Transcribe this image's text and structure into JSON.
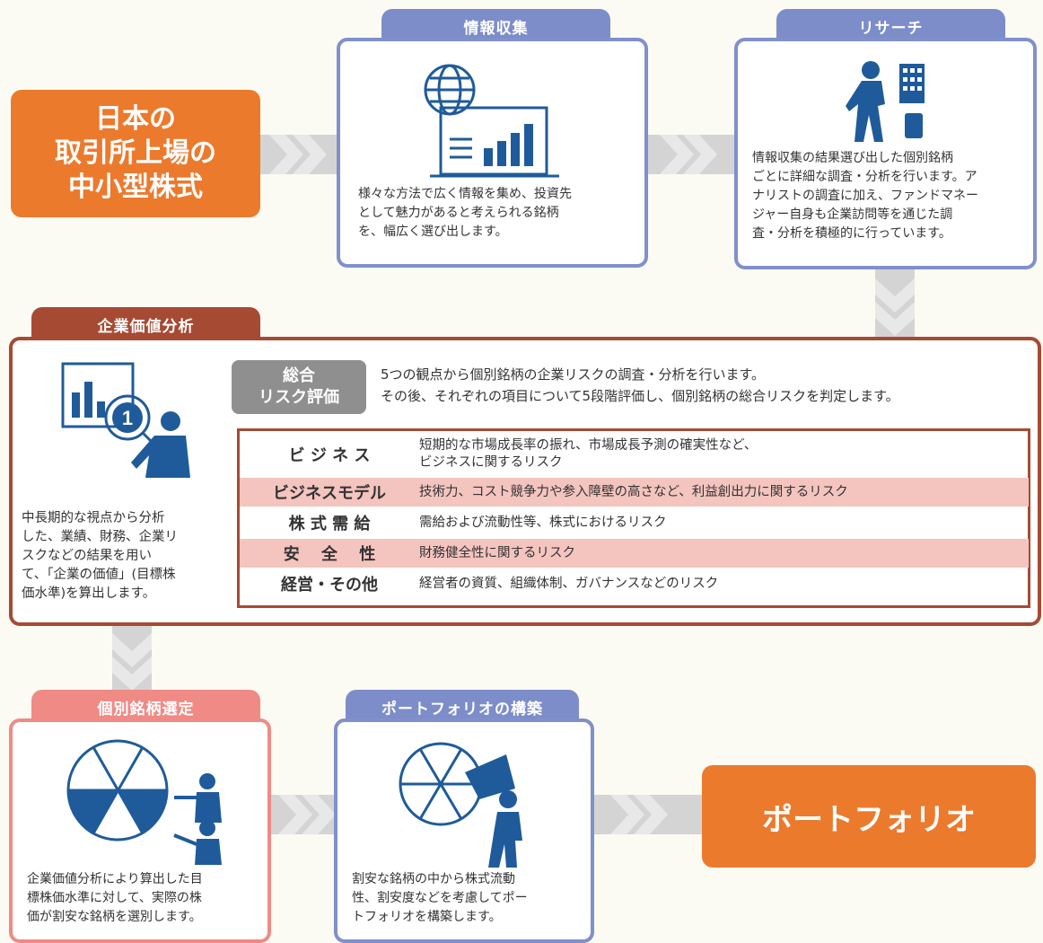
{
  "start_box": {
    "lines": [
      "日本の",
      "取引所上場の",
      "中小型株式"
    ]
  },
  "info": {
    "tab": "情報収集",
    "desc": [
      "様々な方法で広く情報を集め、投資先",
      "として魅力があると考えられる銘柄",
      "を、幅広く選び出します。"
    ]
  },
  "research": {
    "tab": "リサーチ",
    "desc": [
      "情報収集の結果選び出した個別銘柄",
      "ごとに詳細な調査・分析を行います。ア",
      "ナリストの調査に加え、ファンドマネー",
      "ジャー自身も企業訪問等を通じた調",
      "査・分析を積極的に行っています。"
    ]
  },
  "valuation": {
    "tab": "企業価値分析",
    "desc": [
      "中長期的な視点から分析",
      "した、業績、財務、企業リ",
      "スクなどの結果を用い",
      "て、「企業の価値」(目標株",
      "価水準)を算出します。"
    ],
    "badge": [
      "総合",
      "リスク評価"
    ],
    "intro": [
      "5つの観点から個別銘柄の企業リスクの調査・分析を行います。",
      "その後、それぞれの項目について5段階評価し、個別銘柄の総合リスクを判定します。"
    ],
    "rows": [
      {
        "label": "ビ ジ ネ ス",
        "text": [
          "短期的な市場成長率の振れ、市場成長予測の確実性など、",
          "ビジネスに関するリスク"
        ]
      },
      {
        "label": "ビジネスモデル",
        "text": [
          "技術力、コスト競争力や参入障壁の高さなど、利益創出力に関するリスク"
        ]
      },
      {
        "label": "株 式 需 給",
        "text": [
          "需給および流動性等、株式におけるリスク"
        ]
      },
      {
        "label": "安　 全　 性",
        "text": [
          "財務健全性に関するリスク"
        ]
      },
      {
        "label": "経営・その他",
        "text": [
          "経営者の資質、組織体制、ガバナンスなどのリスク"
        ]
      }
    ]
  },
  "selection": {
    "tab": "個別銘柄選定",
    "desc": [
      "企業価値分析により算出した目",
      "標株価水準に対して、実際の株",
      "価が割安な銘柄を選別します。"
    ]
  },
  "portfolio_build": {
    "tab": "ポートフォリオの構築",
    "desc": [
      "割安な銘柄の中から株式流動",
      "性、割安度などを考慮してポー",
      "トフォリオを構築します。"
    ]
  },
  "end_box": {
    "label": "ポートフォリオ"
  },
  "colors": {
    "orange": "#ec7a2d",
    "blue": "#7d8dc9",
    "navy": "#1f5b9a",
    "brown": "#a74a34",
    "pink": "#f08a85"
  }
}
